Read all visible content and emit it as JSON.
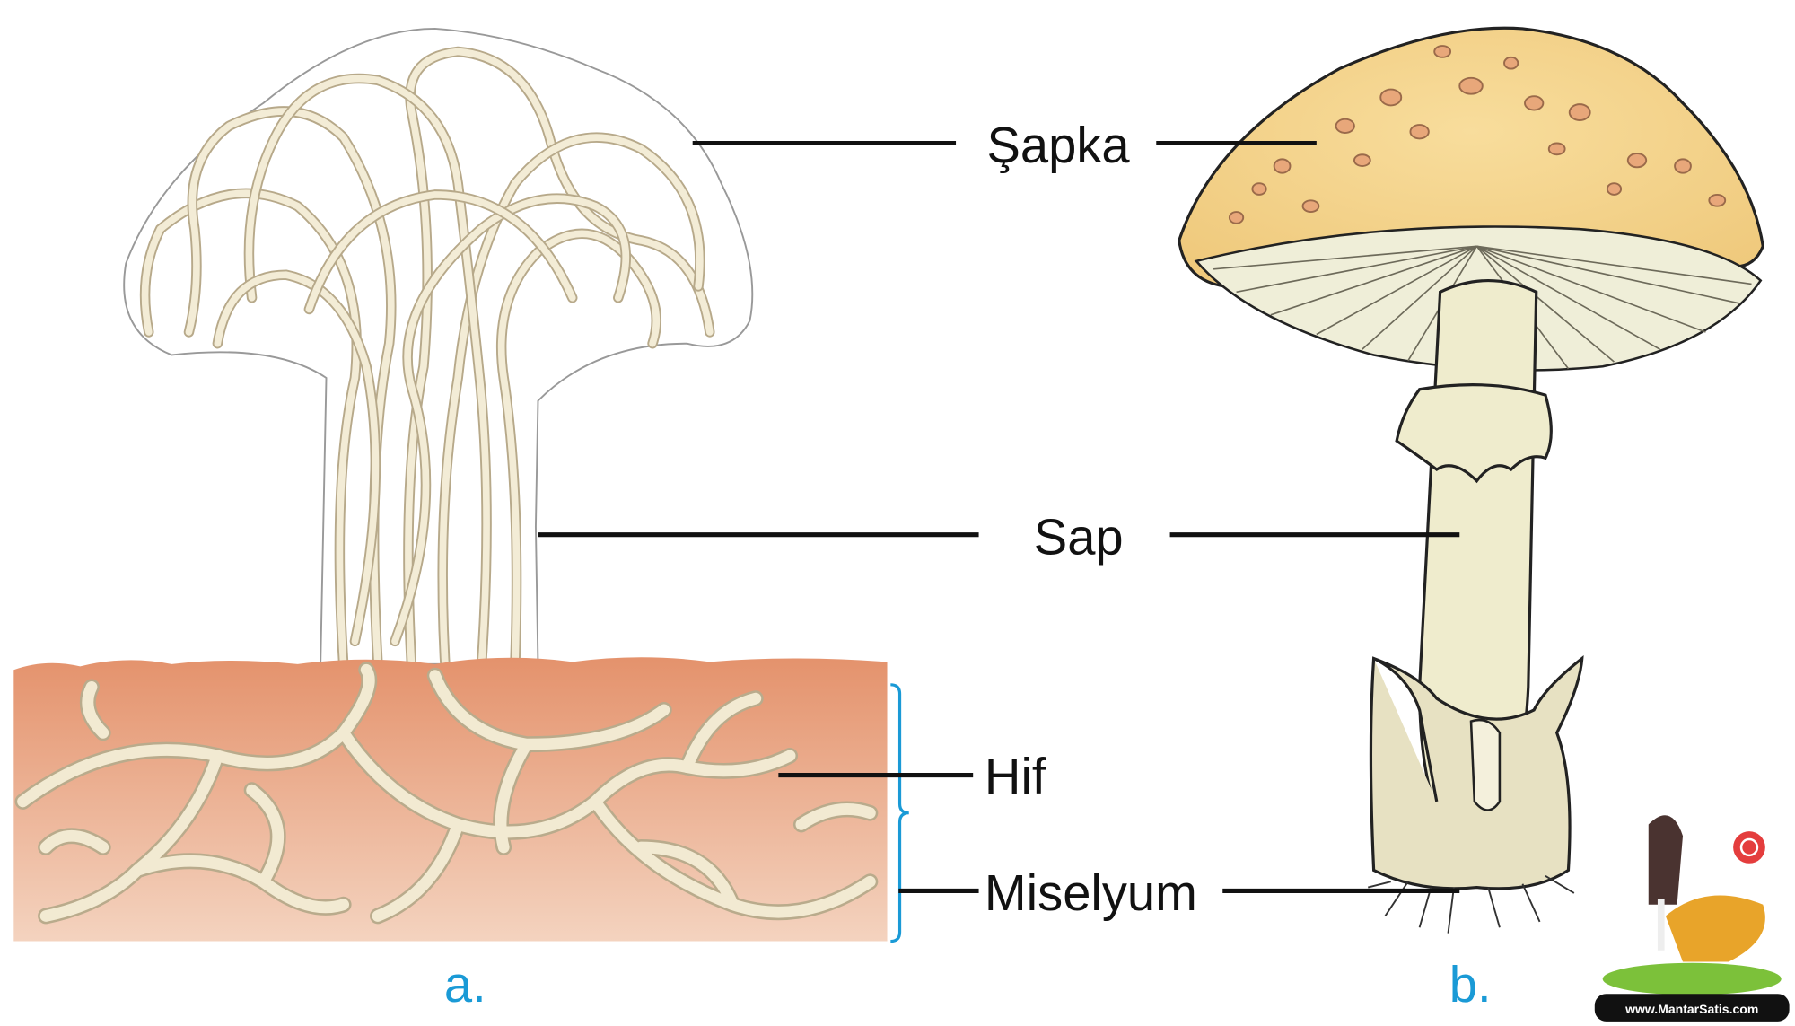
{
  "labels": {
    "cap": "Şapka",
    "stem": "Sap",
    "hypha": "Hif",
    "mycelium": "Miselyum"
  },
  "captions": {
    "a": "a.",
    "b": "b."
  },
  "logo": {
    "text": "www.MantarSatis.com"
  },
  "colors": {
    "caption": "#1a9ad6",
    "bracket": "#1a9ad6",
    "soil": "#e9a27f",
    "cap": "#f3d58f",
    "stem": "#efeccd"
  }
}
